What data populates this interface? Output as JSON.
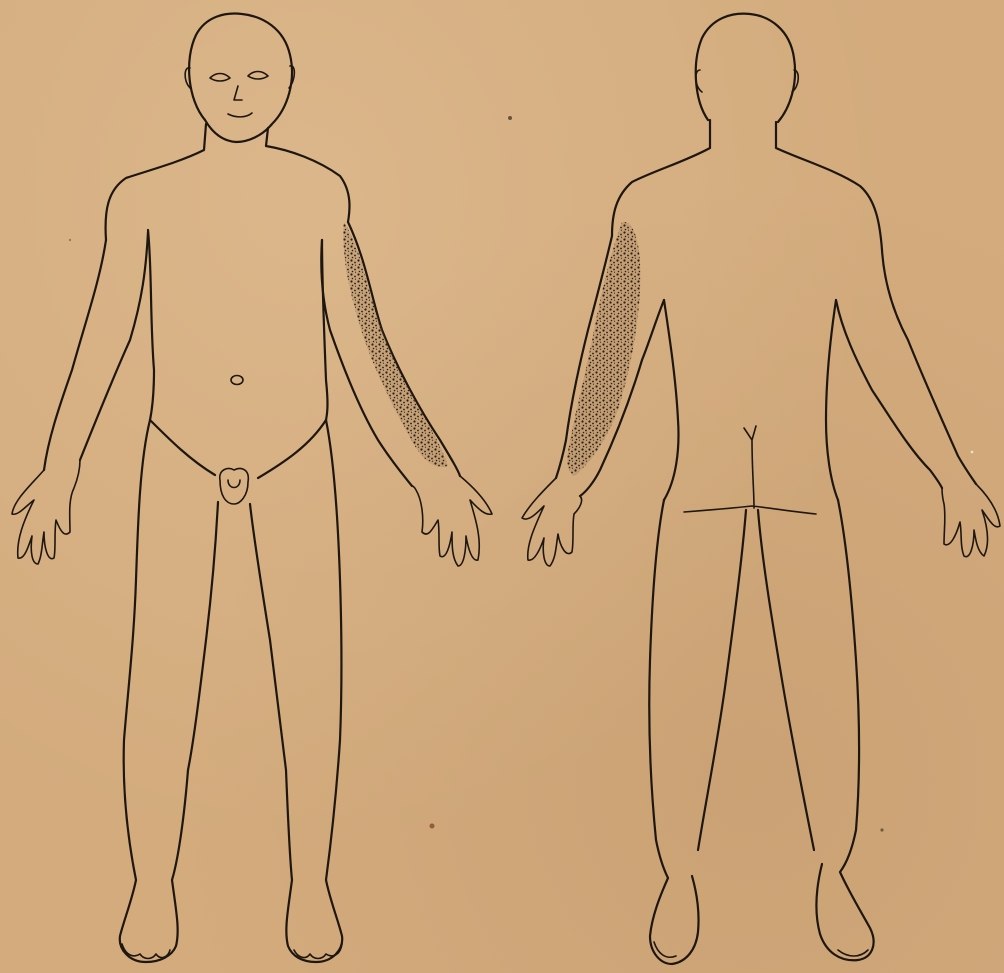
{
  "figure": {
    "type": "anatomical-body-chart",
    "views": [
      {
        "id": "front",
        "shaded_region": "left-arm"
      },
      {
        "id": "back",
        "shaded_region": "left-arm"
      }
    ],
    "colors": {
      "paper": "#d3ab7d",
      "ink": "#1e1710",
      "stipple": "#2a1f15"
    }
  }
}
